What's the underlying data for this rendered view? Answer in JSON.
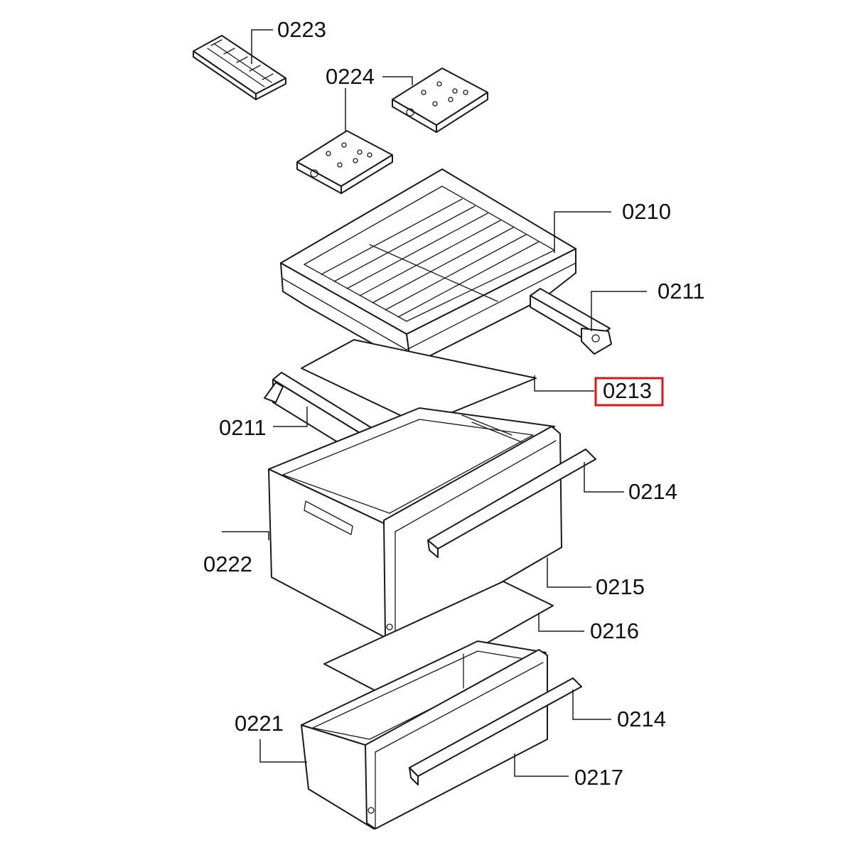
{
  "labels": {
    "l0223": "0223",
    "l0224": "0224",
    "l0210": "0210",
    "l0211_right": "0211",
    "l0213": "0213",
    "l0211_left": "0211",
    "l0214_upper": "0214",
    "l0222": "0222",
    "l0215": "0215",
    "l0216": "0216",
    "l0221": "0221",
    "l0214_lower": "0214",
    "l0217": "0217"
  },
  "highlight": {
    "part": "0213",
    "color": "#d9161c"
  }
}
